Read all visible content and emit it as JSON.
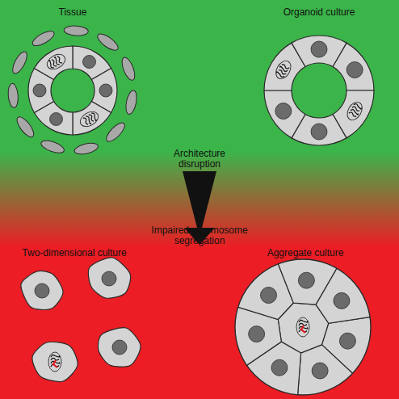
{
  "diagram": {
    "labels": [
      "Tissue",
      "Organoid culture",
      "Architecture disruption",
      "Impaired chromosome segregation",
      "Two-dimensional culture",
      "Aggregate culture"
    ]
  }
}
